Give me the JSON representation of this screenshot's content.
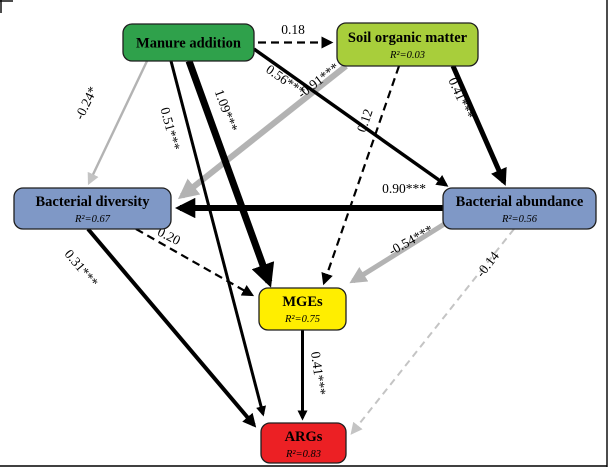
{
  "figure": {
    "colors": {
      "black": "#000000",
      "gray": "#b3b3b3",
      "gray_light": "#c4c4c4"
    },
    "nodes": {
      "manure": {
        "label": "Manure addition",
        "color": "#2fa14b"
      },
      "som": {
        "label": "Soil organic matter",
        "r2": "R²=0.03",
        "color": "#a8ce3b"
      },
      "diversity": {
        "label": "Bacterial diversity",
        "r2": "R²=0.67",
        "color": "#7f98c6"
      },
      "abundance": {
        "label": "Bacterial abundance",
        "r2": "R²=0.56",
        "color": "#7f98c6"
      },
      "mges": {
        "label": "MGEs",
        "r2": "R²=0.75",
        "color": "#ffee00"
      },
      "args": {
        "label": "ARGs",
        "r2": "R²=0.83",
        "color": "#ec2024"
      }
    },
    "edges": {
      "manure_som": {
        "label": "0.18"
      },
      "manure_diversity": {
        "label": "-0.24*"
      },
      "manure_abundance": {
        "label": "0.56***"
      },
      "manure_mges": {
        "label": "1.09***"
      },
      "manure_args": {
        "label": "0.51***"
      },
      "som_diversity": {
        "label": "-0.91***"
      },
      "som_mges": {
        "label": "0.12"
      },
      "som_abundance": {
        "label": "0.41***"
      },
      "abundance_diversity": {
        "label": "0.90***"
      },
      "abundance_mges": {
        "label": "-0.54***"
      },
      "abundance_args": {
        "label": "-0.14"
      },
      "diversity_mges": {
        "label": "0.20"
      },
      "diversity_args": {
        "label": "0.31***"
      },
      "mges_args": {
        "label": "0.41***"
      }
    }
  }
}
